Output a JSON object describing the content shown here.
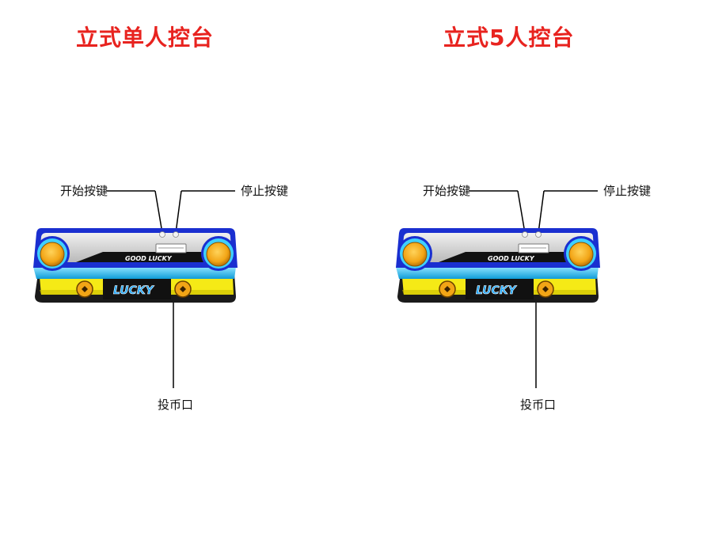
{
  "titles": {
    "left": "立式单人控台",
    "right": "立式5人控台"
  },
  "consoles": [
    {
      "labels": {
        "start": "开始按键",
        "stop": "停止按键",
        "coin": "投币口"
      },
      "decal_text": "GOOD LUCKY",
      "logo_text": "LUCKY"
    },
    {
      "labels": {
        "start": "开始按键",
        "stop": "停止按键",
        "coin": "投币口"
      },
      "decal_text": "GOOD LUCKY",
      "logo_text": "LUCKY"
    }
  ],
  "colors": {
    "title": "#e8231f",
    "frame_blue": "#1a2fd0",
    "cyan_band": "#19b8ee",
    "yellow_body": "#f5ea16",
    "gold_button": "#f2a516",
    "silver": "#d7d7d7"
  }
}
